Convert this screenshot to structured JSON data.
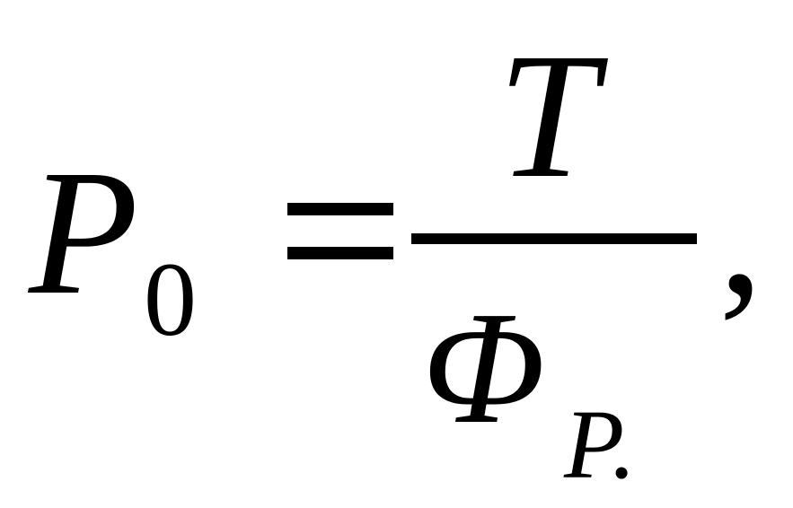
{
  "formula": {
    "lhs": {
      "symbol": "P",
      "subscript": "0"
    },
    "operator": "=",
    "fraction": {
      "numerator": "T",
      "denominator": {
        "symbol": "Φ",
        "subscript": "P."
      }
    },
    "trailing": ","
  }
}
